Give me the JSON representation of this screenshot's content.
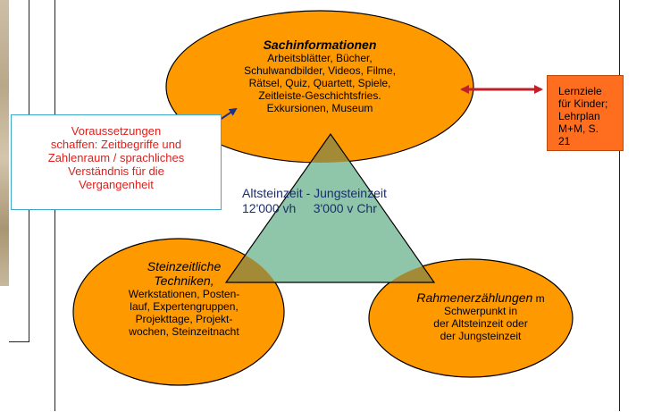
{
  "center_ellipse": {
    "title": "Sachinformationen",
    "lines": [
      "Arbeitsblätter, Bücher,",
      "Schulwandbilder, Videos, Filme,",
      "Rätsel, Quiz, Quartett, Spiele,",
      "Zeitleiste-Geschichtsfries.",
      "Exkursionen, Museum"
    ]
  },
  "left_ellipse": {
    "title_lines": [
      "Steinzeitliche",
      "Techniken,"
    ],
    "lines": [
      "Werkstationen, Posten-",
      "lauf, Expertengruppen,",
      "Projekttage, Projekt-",
      "wochen, Steinzeitnacht"
    ]
  },
  "right_ellipse": {
    "title": "Rahmenerzählungen",
    "title_suffix": " m",
    "lines": [
      "Schwerpunkt in",
      "der Altsteinzeit oder",
      "der Jungsteinzeit"
    ]
  },
  "prereq_box": {
    "lines": [
      "Voraussetzungen",
      "schaffen: Zeitbegriffe und",
      "Zahlenraum / sprachliches",
      "Verständnis für die",
      "Vergangenheit"
    ]
  },
  "goals_box": {
    "lines": [
      "Lernziele",
      "für Kinder;",
      "Lehrplan",
      "M+M, S.",
      "21"
    ]
  },
  "timeline": {
    "line1": "Altsteinzeit - Jungsteinzeit",
    "line2": "12'000 vh     3'000 v Chr"
  },
  "colors": {
    "ellipse_fill": "#ff9900",
    "ellipse_stroke": "#000000",
    "triangle_fill": "#8fc5a8",
    "overlap_fill": "#a38a36",
    "goals_fill": "#ff6d1f",
    "prereq_text": "#e0201c",
    "arrow_red": "#c0202a",
    "arrow_blue": "#1a2f8a"
  }
}
